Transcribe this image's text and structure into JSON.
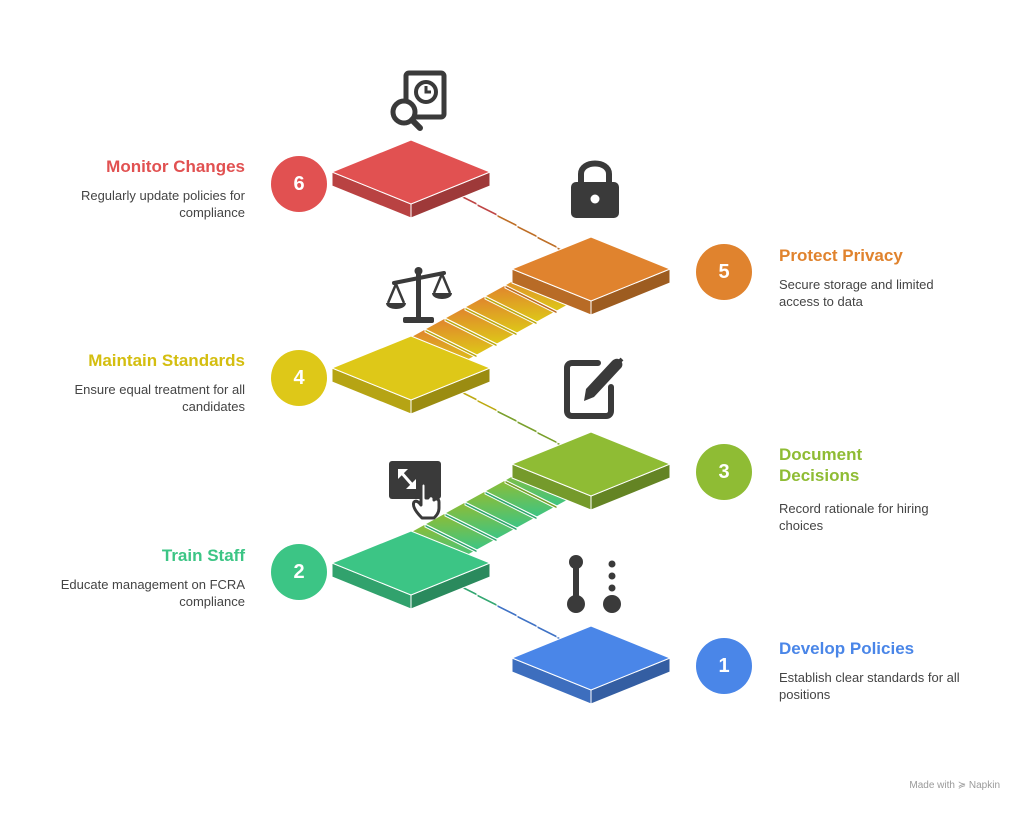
{
  "steps": [
    {
      "number": "1",
      "title": "Develop Policies",
      "description": "Establish clear standards for all positions",
      "color": "#4A86E8",
      "icon": "branch-icon"
    },
    {
      "number": "2",
      "title": "Train Staff",
      "description": "Educate management on FCRA compliance",
      "color": "#3CC585",
      "icon": "resize-touch-icon"
    },
    {
      "number": "3",
      "title": "Document Decisions",
      "description": "Record rationale for hiring choices",
      "color": "#8FBC34",
      "icon": "edit-document-icon"
    },
    {
      "number": "4",
      "title": "Maintain Standards",
      "description": "Ensure equal treatment for all candidates",
      "color": "#DEC818",
      "icon": "scales-icon"
    },
    {
      "number": "5",
      "title": "Protect Privacy",
      "description": "Secure storage and limited access to data",
      "color": "#E0832E",
      "icon": "lock-icon"
    },
    {
      "number": "6",
      "title": "Monitor Changes",
      "description": "Regularly update policies for compliance",
      "color": "#E15151",
      "icon": "search-clock-icon"
    }
  ],
  "footer": {
    "text": "Made with ≽ Napkin"
  }
}
